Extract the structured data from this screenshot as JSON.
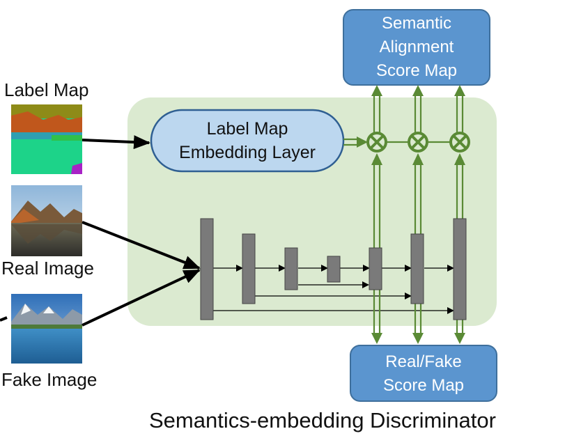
{
  "inputs": {
    "label_map": "Label Map",
    "real_image": "Real Image",
    "fake_image": "Fake Image"
  },
  "embedding_layer": {
    "line1": "Label Map",
    "line2": "Embedding Layer"
  },
  "outputs": {
    "semantic": {
      "line1": "Semantic",
      "line2": "Alignment",
      "line3": "Score Map"
    },
    "real_fake": {
      "line1": "Real/Fake",
      "line2": "Score Map"
    }
  },
  "caption": "Semantics-embedding Discriminator",
  "colors": {
    "panel": "#dbead0",
    "output_box": "#5b95cf",
    "embedding_box": "#bcd7ef",
    "green_arrow": "#5a8a35",
    "feature_bar": "#7a7a7a"
  }
}
